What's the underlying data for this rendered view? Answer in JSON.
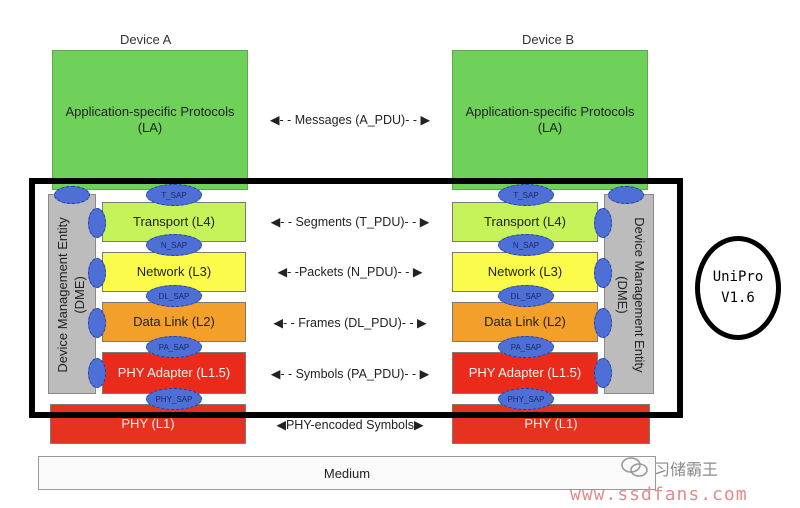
{
  "devices": [
    {
      "title": "Device A",
      "la": "Application-specific Protocols\n(LA)",
      "layers": {
        "l4": "Transport (L4)",
        "l3": "Network (L3)",
        "l2": "Data Link (L2)",
        "l15": "PHY Adapter (L1.5)",
        "l1": "PHY (L1)"
      },
      "saps": [
        "T_SAP",
        "N_SAP",
        "DL_SAP",
        "PA_SAP",
        "PHY_SAP"
      ],
      "dme_line1": "Device Management Entity",
      "dme_line2": "(DME)"
    },
    {
      "title": "Device B",
      "la": "Application-specific Protocols\n(LA)",
      "layers": {
        "l4": "Transport (L4)",
        "l3": "Network (L3)",
        "l2": "Data Link (L2)",
        "l15": "PHY Adapter (L1.5)",
        "l1": "PHY (L1)"
      },
      "saps": [
        "T_SAP",
        "N_SAP",
        "DL_SAP",
        "PA_SAP",
        "PHY_SAP"
      ],
      "dme_line1": "Device Management Entity",
      "dme_line2": "(DME)"
    }
  ],
  "connections": [
    "◀- - Messages (A_PDU)- - ▶",
    "◀- - Segments (T_PDU)- - ▶",
    "◀- -Packets (N_PDU)- - ▶",
    "◀- - Frames (DL_PDU)- - ▶",
    "◀- - Symbols (PA_PDU)- - ▶",
    "◀PHY-encoded Symbols▶"
  ],
  "medium": "Medium",
  "unipro": {
    "line1": "UniPro",
    "line2": "V1.6"
  },
  "watermark": {
    "brand": "习储霸王",
    "url": "www.ssdfans.com"
  }
}
